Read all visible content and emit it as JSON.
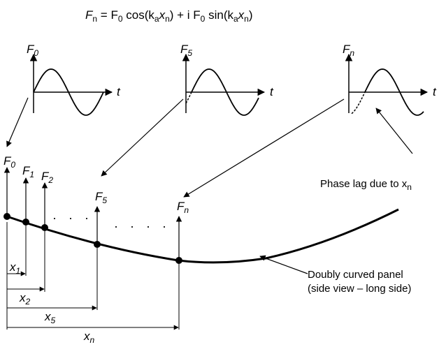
{
  "equation": {
    "lhs": "F",
    "lhs_sub": "n",
    "rhs_a": " = F",
    "rhs_a_sub": "0",
    "rhs_b": " cos(k",
    "rhs_b_sub": "a",
    "rhs_c": "x",
    "rhs_c_sub": "n",
    "rhs_d": ") + i F",
    "rhs_d_sub": "0",
    "rhs_e": " sin(k",
    "rhs_e_sub": "a",
    "rhs_f": "x",
    "rhs_f_sub": "n",
    "rhs_g": ")"
  },
  "waveforms": [
    {
      "symbol": "F",
      "sub": "0",
      "axis_label": "t",
      "phase_lag": false
    },
    {
      "symbol": "F",
      "sub": "5",
      "axis_label": "t",
      "phase_lag": true
    },
    {
      "symbol": "F",
      "sub": "n",
      "axis_label": "t",
      "phase_lag": true
    }
  ],
  "forces": [
    {
      "symbol": "F",
      "sub": "0"
    },
    {
      "symbol": "F",
      "sub": "1"
    },
    {
      "symbol": "F",
      "sub": "2"
    },
    {
      "symbol": "F",
      "sub": "5"
    },
    {
      "symbol": "F",
      "sub": "n"
    }
  ],
  "dimensions": [
    {
      "symbol": "x",
      "sub": "1"
    },
    {
      "symbol": "x",
      "sub": "2"
    },
    {
      "symbol": "x",
      "sub": "5"
    },
    {
      "symbol": "x",
      "sub": "n"
    }
  ],
  "ellipsis_1": "· · ·",
  "ellipsis_2": "· · · ·",
  "phase_note": {
    "text": "Phase lag due to x",
    "sub": "n"
  },
  "panel_note": {
    "line1": "Doubly curved panel",
    "line2": "(side view – long side)"
  }
}
